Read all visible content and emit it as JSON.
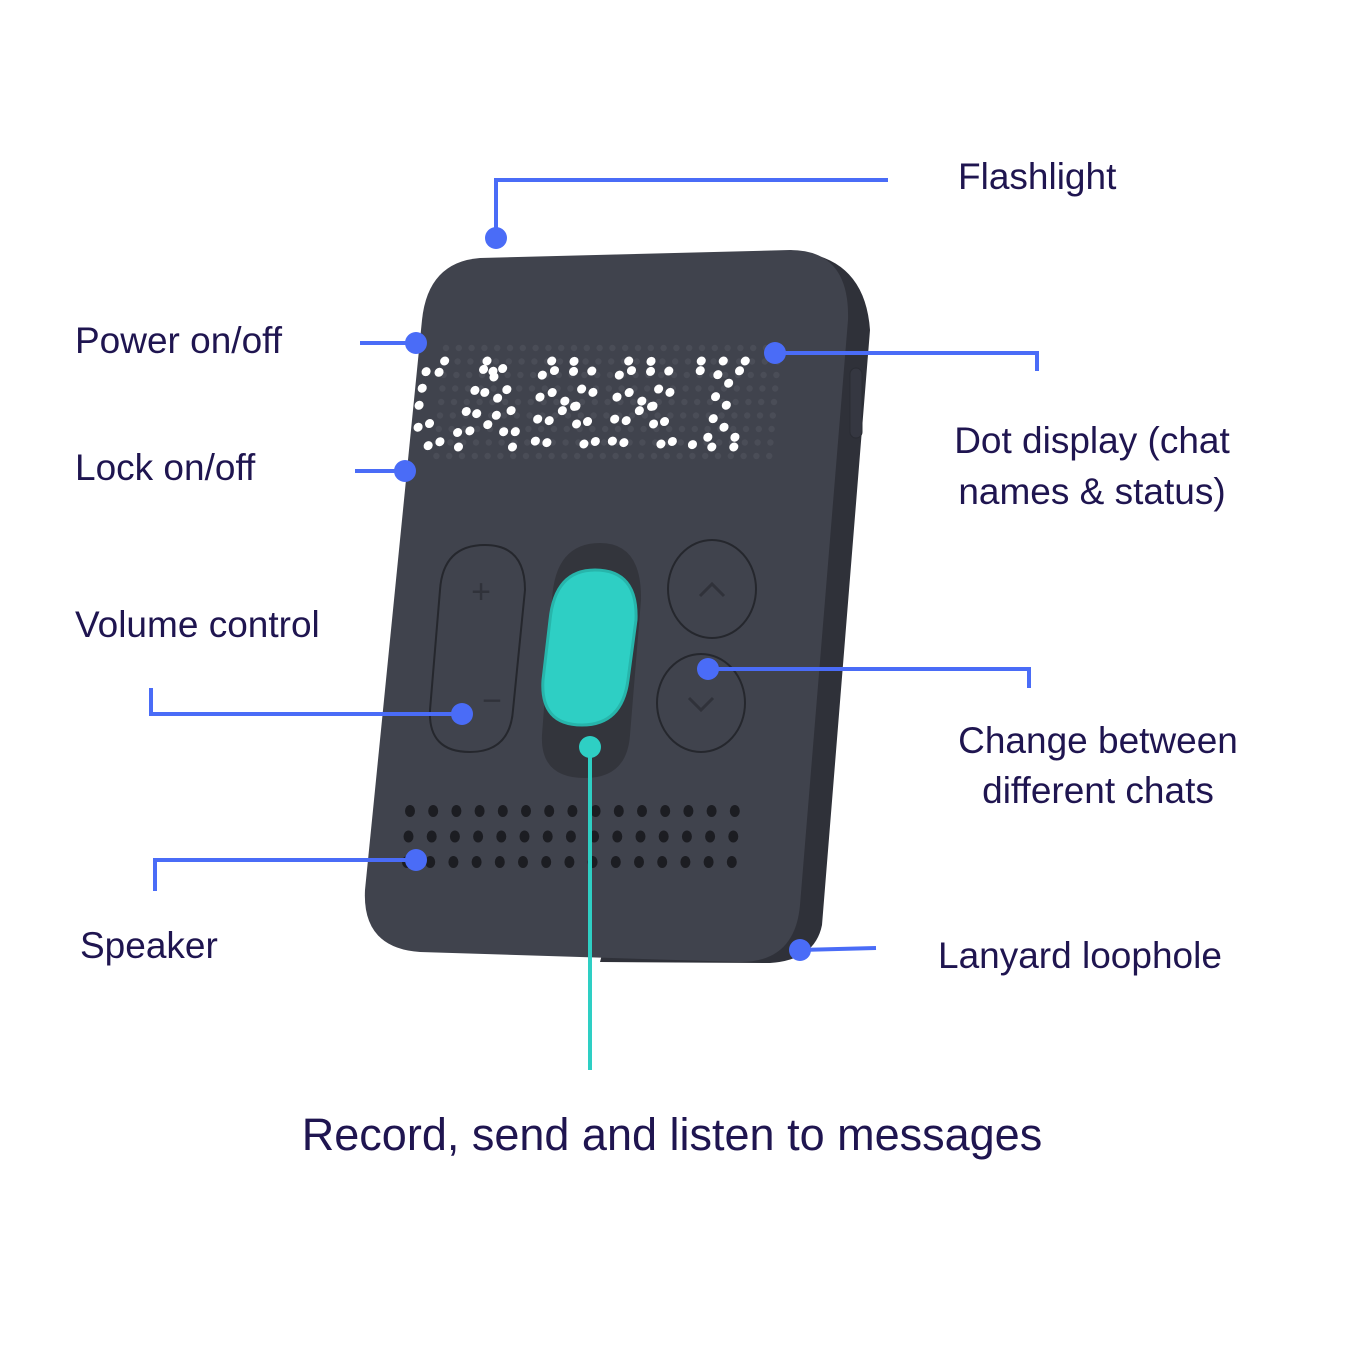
{
  "colors": {
    "callout": "#4a6cf7",
    "record": "#2ecfc4",
    "text": "#1f1550",
    "device": "#40434d",
    "device_edge": "#2f3139"
  },
  "device": {
    "display_text": "KARRI"
  },
  "labels": {
    "flashlight": "Flashlight",
    "power": "Power on/off",
    "lock": "Lock on/off",
    "dot_display_line1": "Dot display (chat",
    "dot_display_line2": "names & status)",
    "volume": "Volume control",
    "change_line1": "Change between",
    "change_line2": "different chats",
    "speaker": "Speaker",
    "lanyard": "Lanyard loophole",
    "record": "Record, send and listen to messages"
  }
}
